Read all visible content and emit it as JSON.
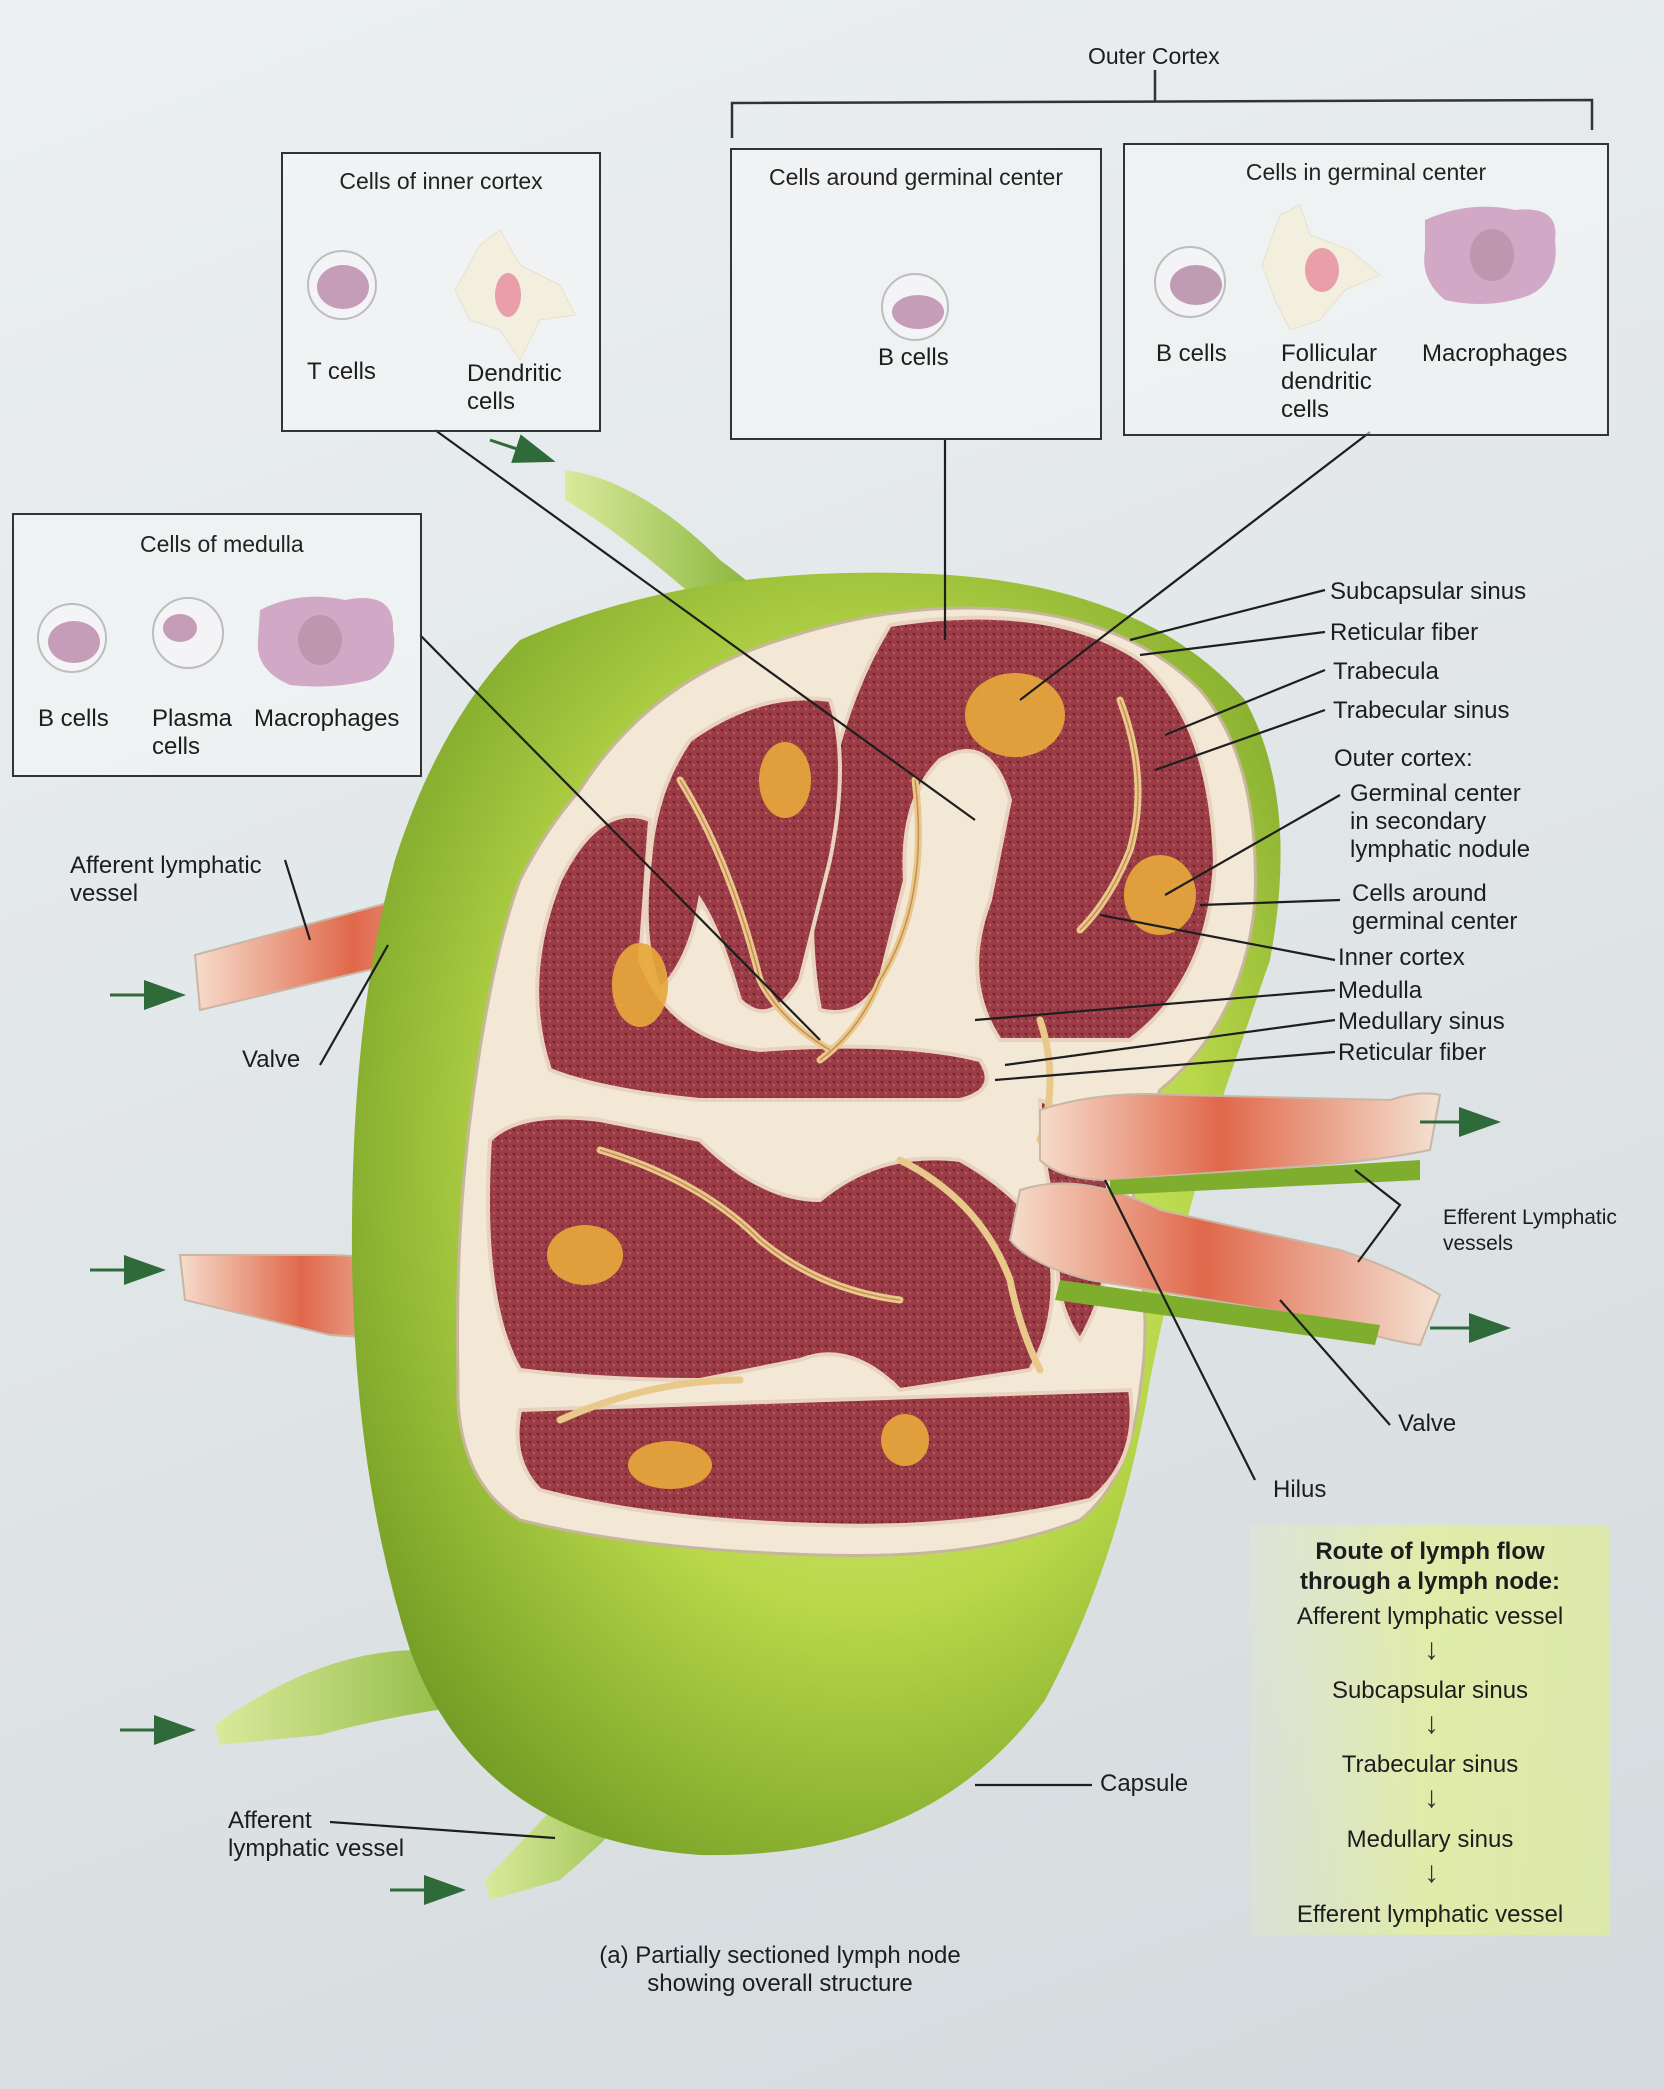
{
  "header": {
    "outer_cortex_label": "Outer Cortex"
  },
  "boxes": {
    "inner_cortex": {
      "title": "Cells of inner cortex",
      "cells": [
        "T cells",
        "Dendritic\ncells"
      ]
    },
    "around_germinal": {
      "title": "Cells around germinal center",
      "cells": [
        "B cells"
      ]
    },
    "in_germinal": {
      "title": "Cells in germinal center",
      "cells": [
        "B cells",
        "Follicular\ndendritic\ncells",
        "Macrophages"
      ]
    },
    "medulla": {
      "title": "Cells of medulla",
      "cells": [
        "B cells",
        "Plasma\ncells",
        "Macrophages"
      ]
    }
  },
  "labels": {
    "afferent_top": "Afferent lymphatic\nvessel",
    "valve_left": "Valve",
    "subcapsular_sinus": "Subcapsular sinus",
    "reticular_fiber_top": "Reticular fiber",
    "trabecula": "Trabecula",
    "trabecular_sinus": "Trabecular sinus",
    "outer_cortex_heading": "Outer cortex:",
    "germinal_center": "Germinal center\nin secondary\nlymphatic nodule",
    "cells_around_gc": "Cells around\ngerminal center",
    "inner_cortex": "Inner cortex",
    "medulla": "Medulla",
    "medullary_sinus": "Medullary sinus",
    "reticular_fiber_bottom": "Reticular fiber",
    "efferent_vessels": "Efferent Lymphatic\nvessels",
    "valve_right": "Valve",
    "hilus": "Hilus",
    "capsule": "Capsule",
    "afferent_bottom": "Afferent\nlymphatic vessel",
    "caption": "(a) Partially sectioned lymph node\nshowing overall structure"
  },
  "route": {
    "title": "Route of lymph flow\nthrough a lymph node:",
    "steps": [
      "Afferent lymphatic vessel",
      "Subcapsular sinus",
      "Trabecular sinus",
      "Medullary sinus",
      "Efferent lymphatic vessel"
    ],
    "arrow_glyph": "↓"
  },
  "colors": {
    "capsule_green": "#a9cf3a",
    "tissue_red": "#9c3c45",
    "germinal_orange": "#e6a83c",
    "sinus_cream": "#f3e8d6",
    "cell_purple": "#8a2f6c",
    "route_bg": "#e2eea0"
  }
}
